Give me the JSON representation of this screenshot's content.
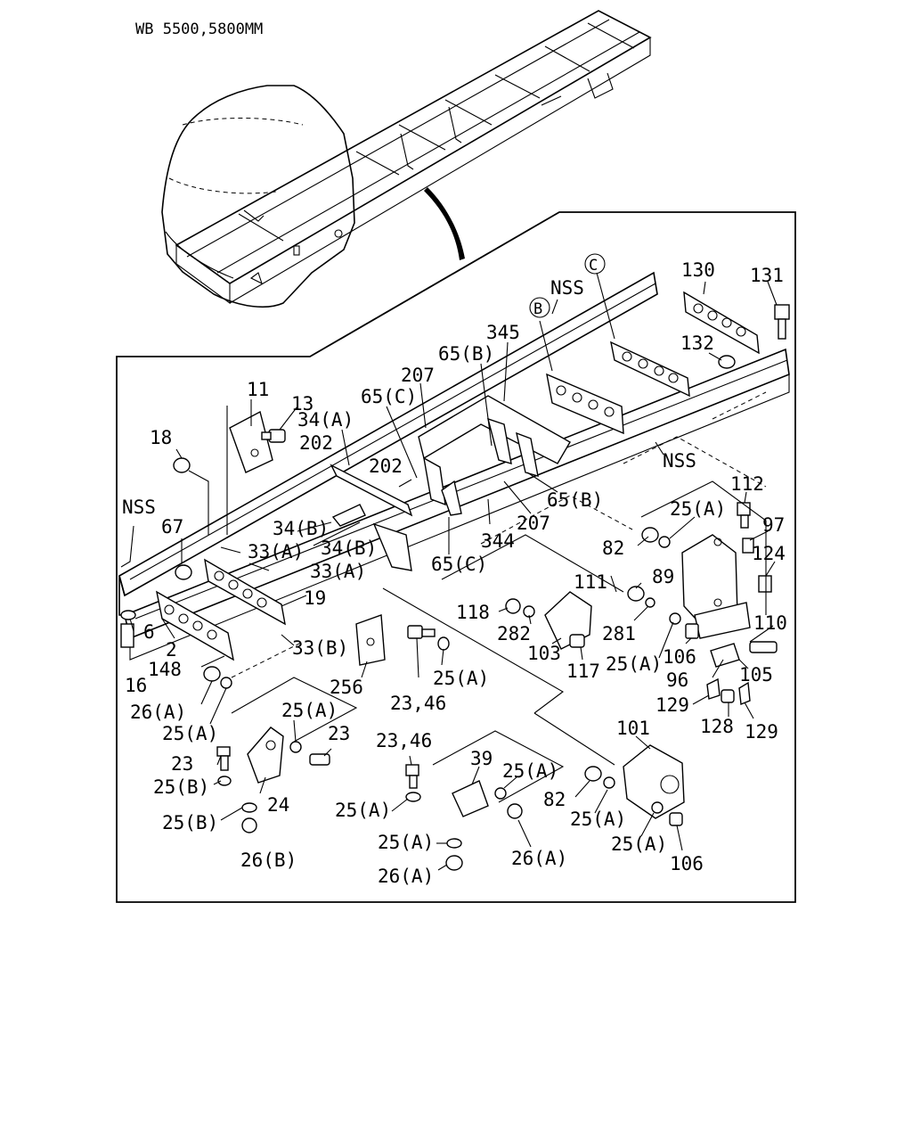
{
  "title": "WB 5500,5800MM",
  "labels": [
    {
      "id": "l-11",
      "text": "11"
    },
    {
      "id": "l-13",
      "text": "13"
    },
    {
      "id": "l-18",
      "text": "18"
    },
    {
      "id": "l-34a",
      "text": "34(A)"
    },
    {
      "id": "l-202a",
      "text": "202"
    },
    {
      "id": "l-202b",
      "text": "202"
    },
    {
      "id": "l-65c-top",
      "text": "65(C)"
    },
    {
      "id": "l-207-top",
      "text": "207"
    },
    {
      "id": "l-65b-top",
      "text": "65(B)"
    },
    {
      "id": "l-345",
      "text": "345"
    },
    {
      "id": "l-nss-top",
      "text": "NSS"
    },
    {
      "id": "l-130",
      "text": "130"
    },
    {
      "id": "l-131",
      "text": "131"
    },
    {
      "id": "l-132",
      "text": "132"
    },
    {
      "id": "l-nss-left",
      "text": "NSS"
    },
    {
      "id": "l-nss-right",
      "text": "NSS"
    },
    {
      "id": "l-67",
      "text": "67"
    },
    {
      "id": "l-34b-1",
      "text": "34(B)"
    },
    {
      "id": "l-34b-2",
      "text": "34(B)"
    },
    {
      "id": "l-33a-1",
      "text": "33(A)"
    },
    {
      "id": "l-33a-2",
      "text": "33(A)"
    },
    {
      "id": "l-19",
      "text": "19"
    },
    {
      "id": "l-6",
      "text": "6"
    },
    {
      "id": "l-2",
      "text": "2"
    },
    {
      "id": "l-16",
      "text": "16"
    },
    {
      "id": "l-148",
      "text": "148"
    },
    {
      "id": "l-33b",
      "text": "33(B)"
    },
    {
      "id": "l-344",
      "text": "344"
    },
    {
      "id": "l-207-mid",
      "text": "207"
    },
    {
      "id": "l-65c-mid",
      "text": "65(C)"
    },
    {
      "id": "l-65b-mid",
      "text": "65(B)"
    },
    {
      "id": "l-112",
      "text": "112"
    },
    {
      "id": "l-25a-1",
      "text": "25(A)"
    },
    {
      "id": "l-97",
      "text": "97"
    },
    {
      "id": "l-82-1",
      "text": "82"
    },
    {
      "id": "l-124",
      "text": "124"
    },
    {
      "id": "l-111",
      "text": "111"
    },
    {
      "id": "l-89",
      "text": "89"
    },
    {
      "id": "l-118",
      "text": "118"
    },
    {
      "id": "l-282",
      "text": "282"
    },
    {
      "id": "l-281",
      "text": "281"
    },
    {
      "id": "l-110",
      "text": "110"
    },
    {
      "id": "l-103",
      "text": "103"
    },
    {
      "id": "l-117",
      "text": "117"
    },
    {
      "id": "l-25a-2",
      "text": "25(A)"
    },
    {
      "id": "l-106-1",
      "text": "106"
    },
    {
      "id": "l-105",
      "text": "105"
    },
    {
      "id": "l-96",
      "text": "96"
    },
    {
      "id": "l-256",
      "text": "256"
    },
    {
      "id": "l-25a-3",
      "text": "25(A)"
    },
    {
      "id": "l-23-46-1",
      "text": "23,46"
    },
    {
      "id": "l-26a-1",
      "text": "26(A)"
    },
    {
      "id": "l-25a-4",
      "text": "25(A)"
    },
    {
      "id": "l-129-1",
      "text": "129"
    },
    {
      "id": "l-128",
      "text": "128"
    },
    {
      "id": "l-129-2",
      "text": "129"
    },
    {
      "id": "l-25a-5",
      "text": "25(A)"
    },
    {
      "id": "l-23-1",
      "text": "23"
    },
    {
      "id": "l-101",
      "text": "101"
    },
    {
      "id": "l-23-2",
      "text": "23"
    },
    {
      "id": "l-25b-1",
      "text": "25(B)"
    },
    {
      "id": "l-24",
      "text": "24"
    },
    {
      "id": "l-23-46-2",
      "text": "23,46"
    },
    {
      "id": "l-39",
      "text": "39"
    },
    {
      "id": "l-25a-6",
      "text": "25(A)"
    },
    {
      "id": "l-82-2",
      "text": "82"
    },
    {
      "id": "l-25a-7",
      "text": "25(A)"
    },
    {
      "id": "l-25a-8",
      "text": "25(A)"
    },
    {
      "id": "l-25b-2",
      "text": "25(B)"
    },
    {
      "id": "l-25a-9",
      "text": "25(A)"
    },
    {
      "id": "l-25a-10",
      "text": "25(A)"
    },
    {
      "id": "l-26b",
      "text": "26(B)"
    },
    {
      "id": "l-26a-2",
      "text": "26(A)"
    },
    {
      "id": "l-106-2",
      "text": "106"
    },
    {
      "id": "l-26a-3",
      "text": "26(A)"
    }
  ],
  "circled": [
    {
      "id": "c-b",
      "text": "B"
    },
    {
      "id": "c-c",
      "text": "C"
    }
  ]
}
